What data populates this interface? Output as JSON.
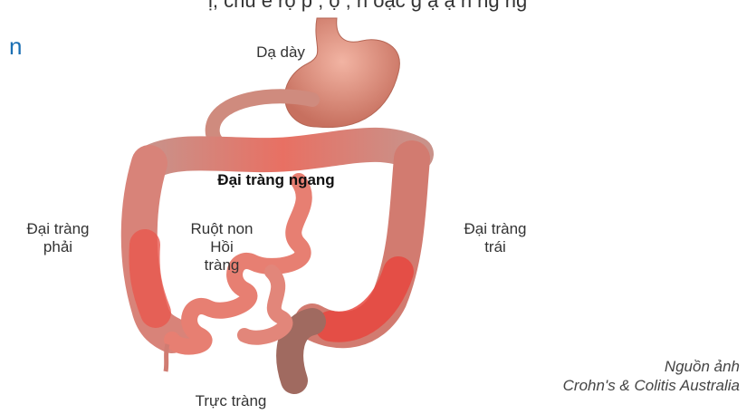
{
  "top_cut_text": "ị, chủ ề rộ p , ọ , n oạc g ạ ạ n ng ng",
  "left_fragment": "n",
  "labels": {
    "stomach": "Dạ dày",
    "transverse_colon": "Đại tràng ngang",
    "right_colon_1": "Đại tràng",
    "right_colon_2": "phải",
    "small_intestine_1": "Ruột non",
    "small_intestine_2": "Hồi",
    "small_intestine_3": "tràng",
    "left_colon_1": "Đại tràng",
    "left_colon_2": "trái",
    "rectum": "Trực tràng"
  },
  "source": {
    "line1": "Nguồn ảnh",
    "line2": "Crohn's & Colitis Australia"
  },
  "colors": {
    "tissue": "#c98a80",
    "inflamed": "#e8574d",
    "stomach": "#d98f7c",
    "accent_blue": "#1a6fb3"
  }
}
